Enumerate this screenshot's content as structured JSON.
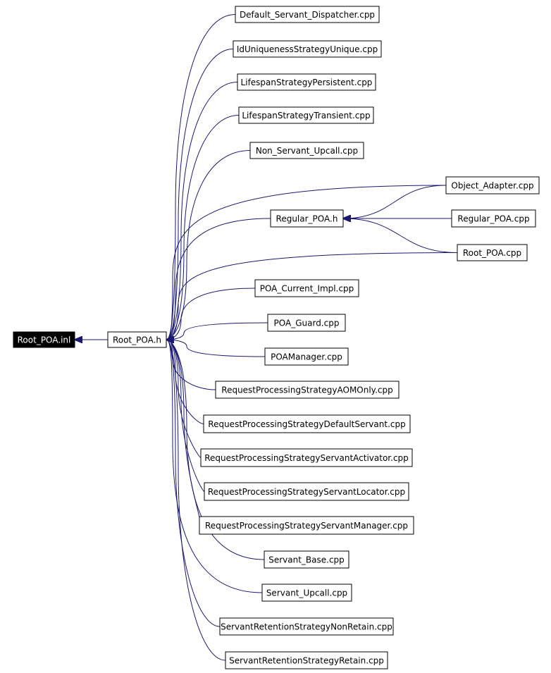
{
  "graph": {
    "root": "Root_POA.inl",
    "nodes": [
      {
        "id": "root_poa_inl",
        "label": "Root_POA.inl",
        "highlight": true
      },
      {
        "id": "root_poa_h",
        "label": "Root_POA.h"
      },
      {
        "id": "default_servant_dispatcher",
        "label": "Default_Servant_Dispatcher.cpp"
      },
      {
        "id": "id_uniqueness_unique",
        "label": "IdUniquenessStrategyUnique.cpp"
      },
      {
        "id": "lifespan_persistent",
        "label": "LifespanStrategyPersistent.cpp"
      },
      {
        "id": "lifespan_transient",
        "label": "LifespanStrategyTransient.cpp"
      },
      {
        "id": "non_servant_upcall",
        "label": "Non_Servant_Upcall.cpp"
      },
      {
        "id": "regular_poa_h",
        "label": "Regular_POA.h"
      },
      {
        "id": "object_adapter",
        "label": "Object_Adapter.cpp"
      },
      {
        "id": "regular_poa_cpp",
        "label": "Regular_POA.cpp"
      },
      {
        "id": "root_poa_cpp",
        "label": "Root_POA.cpp"
      },
      {
        "id": "poa_current_impl",
        "label": "POA_Current_Impl.cpp"
      },
      {
        "id": "poa_guard",
        "label": "POA_Guard.cpp"
      },
      {
        "id": "poa_manager",
        "label": "POAManager.cpp"
      },
      {
        "id": "rps_aom_only",
        "label": "RequestProcessingStrategyAOMOnly.cpp"
      },
      {
        "id": "rps_default_servant",
        "label": "RequestProcessingStrategyDefaultServant.cpp"
      },
      {
        "id": "rps_servant_activator",
        "label": "RequestProcessingStrategyServantActivator.cpp"
      },
      {
        "id": "rps_servant_locator",
        "label": "RequestProcessingStrategyServantLocator.cpp"
      },
      {
        "id": "rps_servant_manager",
        "label": "RequestProcessingStrategyServantManager.cpp"
      },
      {
        "id": "servant_base",
        "label": "Servant_Base.cpp"
      },
      {
        "id": "servant_upcall",
        "label": "Servant_Upcall.cpp"
      },
      {
        "id": "srs_non_retain",
        "label": "ServantRetentionStrategyNonRetain.cpp"
      },
      {
        "id": "srs_retain",
        "label": "ServantRetentionStrategyRetain.cpp"
      }
    ],
    "edges": [
      {
        "from": "root_poa_h",
        "to": "root_poa_inl"
      },
      {
        "from": "default_servant_dispatcher",
        "to": "root_poa_h"
      },
      {
        "from": "id_uniqueness_unique",
        "to": "root_poa_h"
      },
      {
        "from": "lifespan_persistent",
        "to": "root_poa_h"
      },
      {
        "from": "lifespan_transient",
        "to": "root_poa_h"
      },
      {
        "from": "non_servant_upcall",
        "to": "root_poa_h"
      },
      {
        "from": "object_adapter",
        "to": "root_poa_h"
      },
      {
        "from": "regular_poa_h",
        "to": "root_poa_h"
      },
      {
        "from": "root_poa_cpp",
        "to": "root_poa_h"
      },
      {
        "from": "poa_current_impl",
        "to": "root_poa_h"
      },
      {
        "from": "poa_guard",
        "to": "root_poa_h"
      },
      {
        "from": "poa_manager",
        "to": "root_poa_h"
      },
      {
        "from": "rps_aom_only",
        "to": "root_poa_h"
      },
      {
        "from": "rps_default_servant",
        "to": "root_poa_h"
      },
      {
        "from": "rps_servant_activator",
        "to": "root_poa_h"
      },
      {
        "from": "rps_servant_locator",
        "to": "root_poa_h"
      },
      {
        "from": "rps_servant_manager",
        "to": "root_poa_h"
      },
      {
        "from": "servant_base",
        "to": "root_poa_h"
      },
      {
        "from": "servant_upcall",
        "to": "root_poa_h"
      },
      {
        "from": "srs_non_retain",
        "to": "root_poa_h"
      },
      {
        "from": "srs_retain",
        "to": "root_poa_h"
      },
      {
        "from": "object_adapter",
        "to": "regular_poa_h"
      },
      {
        "from": "regular_poa_cpp",
        "to": "regular_poa_h"
      },
      {
        "from": "root_poa_cpp",
        "to": "regular_poa_h"
      }
    ]
  }
}
